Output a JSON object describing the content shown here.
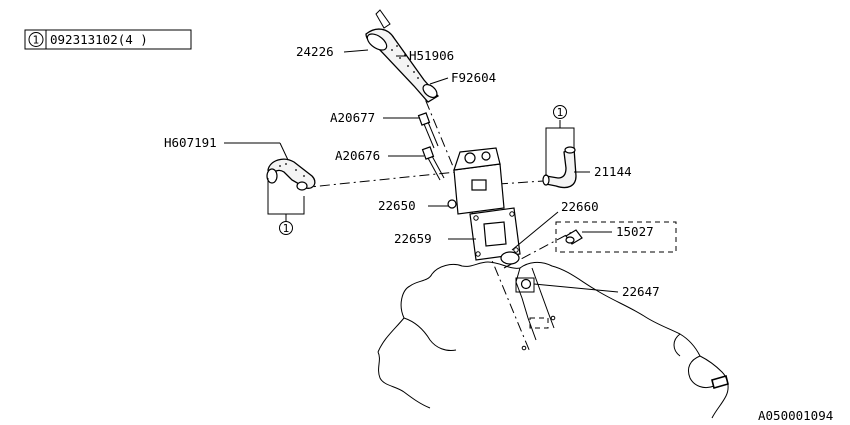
{
  "legend": {
    "marker": "1",
    "text": "092313102(4 )"
  },
  "callouts": {
    "c24226": "24226",
    "cH51906": "H51906",
    "cF92604": "F92604",
    "cA20677": "A20677",
    "cH607191": "H607191",
    "cA20676": "A20676",
    "c21144": "21144",
    "c22650": "22650",
    "c22660": "22660",
    "c22659": "22659",
    "c15027": "15027",
    "c22647": "22647"
  },
  "ref_markers": {
    "left": "1",
    "right": "1"
  },
  "diagram_code": "A050001094"
}
